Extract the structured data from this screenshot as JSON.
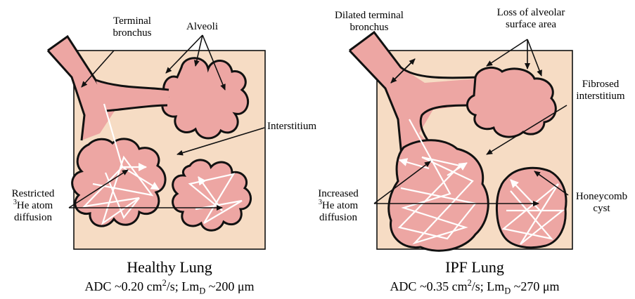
{
  "colors": {
    "background_box": "#f6dcc4",
    "tissue_fill": "#eda6a3",
    "outline": "#111111",
    "diffusion_paths": "#ffffff"
  },
  "healthy": {
    "label_terminal_bronchus": [
      "Terminal",
      "bronchus"
    ],
    "label_alveoli": "Alveoli",
    "label_interstitium": "Interstitium",
    "label_restricted": "Restricted",
    "label_atom_sup": "3",
    "label_atom": "He atom",
    "label_diffusion": "diffusion",
    "title": "Healthy Lung",
    "metric": {
      "adc_prefix": "ADC ~0.20 cm",
      "adc_exp": "2",
      "adc_unit": "/s; Lm",
      "lm_sub": "D",
      "lm_value": " ~200 μm"
    }
  },
  "ipf": {
    "label_dilated": [
      "Dilated terminal",
      "bronchus"
    ],
    "label_loss": [
      "Loss of alveolar",
      "surface area"
    ],
    "label_fibrosed": [
      "Fibrosed",
      "interstitium"
    ],
    "label_increased": "Increased",
    "label_atom_sup": "3",
    "label_atom": "He atom",
    "label_diffusion": "diffusion",
    "label_honeycomb": [
      "Honeycomb",
      "cyst"
    ],
    "title": "IPF Lung",
    "metric": {
      "adc_prefix": "ADC ~0.35 cm",
      "adc_exp": "2",
      "adc_unit": "/s; Lm",
      "lm_sub": "D",
      "lm_value": " ~270 μm"
    }
  }
}
